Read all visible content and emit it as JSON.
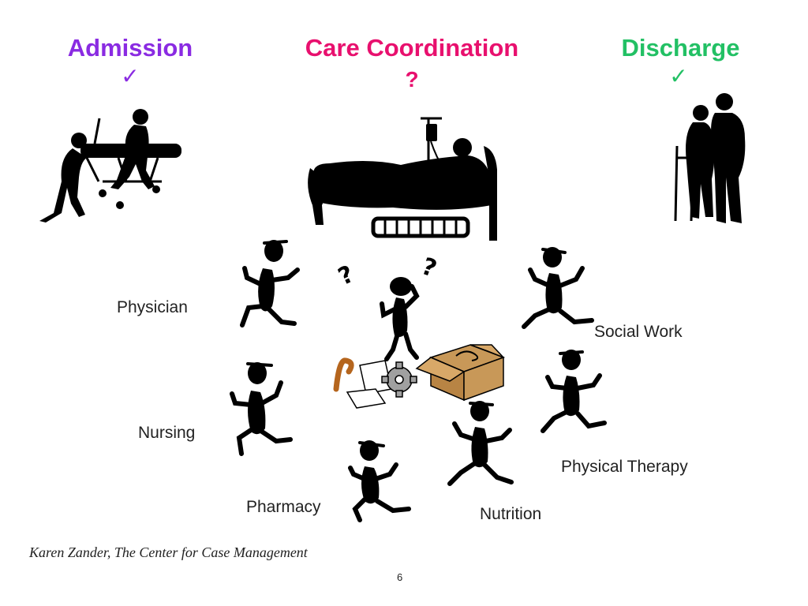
{
  "stages": {
    "admission": {
      "label": "Admission",
      "mark": "✓",
      "color": "#8a2be2"
    },
    "coordination": {
      "label": "Care Coordination",
      "mark": "?",
      "color": "#e8106e"
    },
    "discharge": {
      "label": "Discharge",
      "mark": "✓",
      "color": "#22c064"
    }
  },
  "roles": {
    "physician": "Physician",
    "nursing": "Nursing",
    "pharmacy": "Pharmacy",
    "nutrition": "Nutrition",
    "physical_therapy": "Physical Therapy",
    "social_work": "Social Work"
  },
  "confused_marks": [
    "?",
    "?"
  ],
  "footer": {
    "credit": "Karen Zander, The Center for Case Management",
    "page_number": "6"
  }
}
